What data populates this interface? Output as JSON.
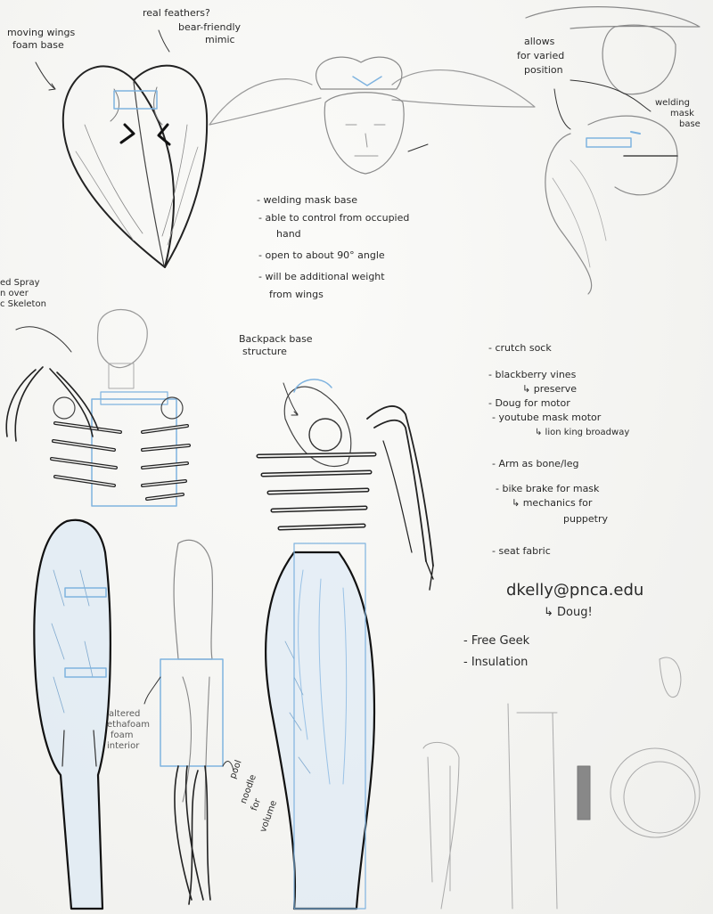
{
  "notes": {
    "moving_wings_1": "moving wings",
    "moving_wings_2": "foam base",
    "real_feathers_1": "real feathers?",
    "real_feathers_2": "bear-friendly",
    "real_feathers_3": "mimic",
    "allows_1": "allows",
    "allows_2": "for varied",
    "allows_3": "position",
    "welding_top_1": "welding",
    "welding_top_2": "mask",
    "welding_top_3": "base",
    "mask_list": [
      "- welding mask base",
      "- able to control from occupied",
      "hand",
      "- open to about 90° angle",
      "- will be additional weight",
      "from wings"
    ],
    "spray_1": "ed Spray",
    "spray_2": "n over",
    "spray_3": "c Skeleton",
    "backpack_1": "Backpack base",
    "backpack_2": "structure",
    "supply_list": [
      "- crutch sock",
      "- blackberry vines",
      "↳ preserve",
      "- Doug for motor",
      "- youtube mask motor",
      "↳ lion king broadway",
      "- Arm as bone/leg",
      "- bike brake for mask",
      "↳ mechanics for",
      "puppetry",
      "- seat fabric"
    ],
    "email": "dkelly@pnca.edu",
    "doug": "↳ Doug!",
    "free_geek": "- Free Geek",
    "insulation": "- Insulation",
    "altered_1": "altered",
    "altered_2": "ethafoam",
    "altered_3": "foam",
    "altered_4": "interior",
    "pool_1": "pool",
    "pool_2": "noodle",
    "pool_3": "for",
    "pool_4": "volume"
  }
}
